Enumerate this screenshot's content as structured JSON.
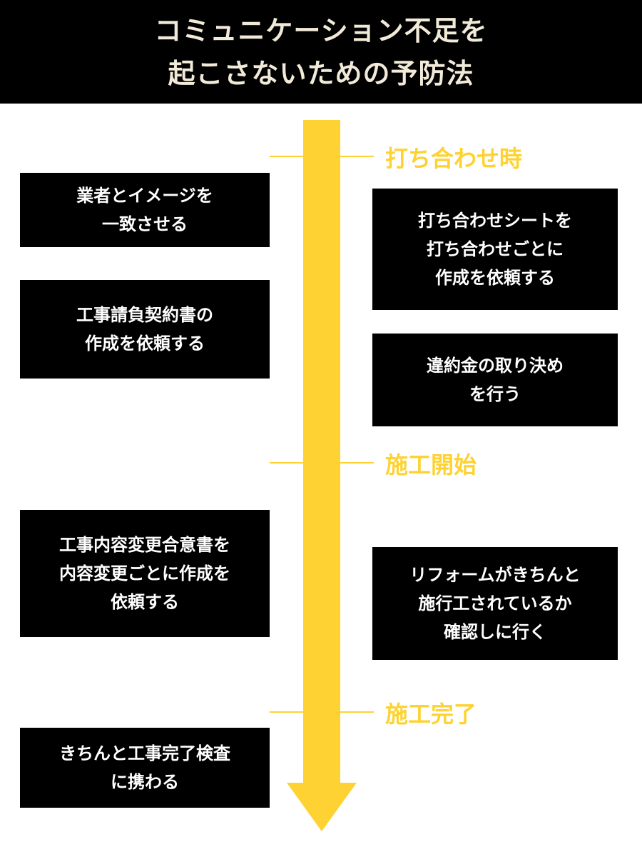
{
  "title": {
    "line1": "コミュニケーション不足を",
    "line2": "起こさないための予防法"
  },
  "phases": [
    {
      "label": "打ち合わせ時"
    },
    {
      "label": "施工開始"
    },
    {
      "label": "施工完了"
    }
  ],
  "left_boxes": [
    "業者とイメージを\n一致させる",
    "工事請負契約書の\n作成を依頼する",
    "工事内容変更合意書を\n内容変更ごとに作成を\n依頼する",
    "きちんと工事完了検査\nに携わる"
  ],
  "right_boxes": [
    "打ち合わせシートを\n打ち合わせごとに\n作成を依頼する",
    "違約金の取り決め\nを行う",
    "リフォームがきちんと\n施行工されているか\n確認しに行く"
  ],
  "colors": {
    "accent": "#fdd232",
    "box": "#000000",
    "title_text": "#f2ead8"
  }
}
